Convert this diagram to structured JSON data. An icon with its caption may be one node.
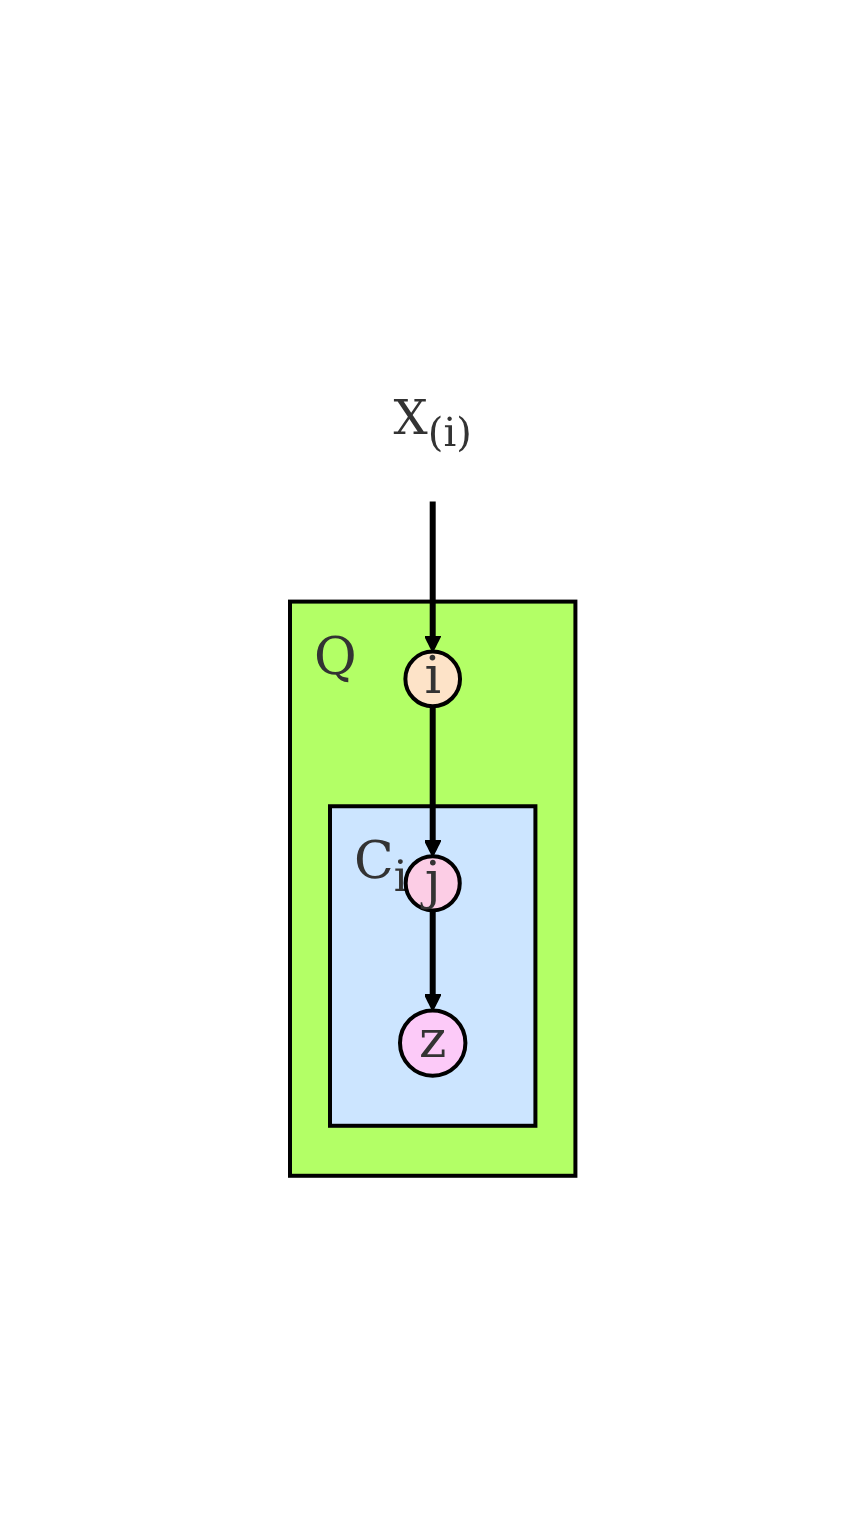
{
  "diagram": {
    "nodes": [
      {
        "text": [
          "X$_{(i)}$"
        ]
      },
      {
        "text": [
          "Q"
        ]
      },
      {
        "text": [
          "i"
        ],
        "in": 1
      },
      {
        "text": [
          "C$_{i}$"
        ],
        "in": 1
      },
      {
        "text": [
          "j"
        ],
        "in": 3
      },
      {
        "text": [
          "z"
        ],
        "in": 3
      }
    ],
    "edges": [
      {
        "from": 0,
        "to": 2,
        "arrow": "to"
      },
      {
        "from": 2,
        "to": 4,
        "arrow": "to"
      },
      {
        "from": 4,
        "to": 5,
        "arrow": "to"
      }
    ]
  }
}
